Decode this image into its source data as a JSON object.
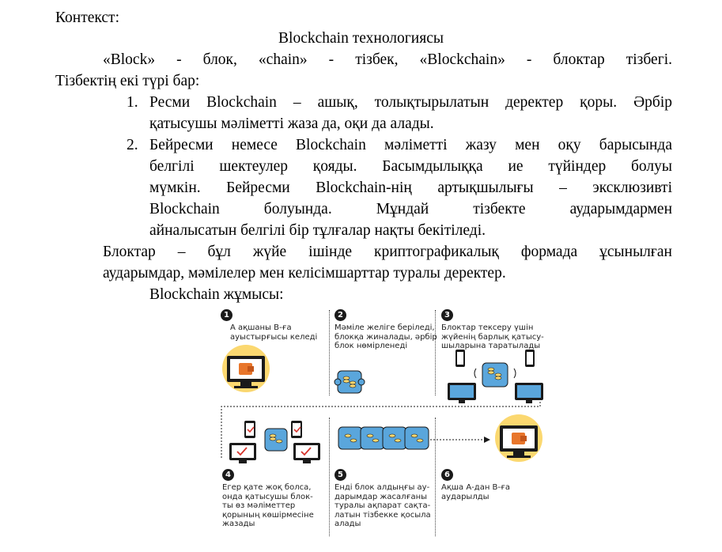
{
  "context_label": "Контекст:",
  "title": "Blockchain технологиясы",
  "intro_line1": "«Block» - блок, «chain» - тізбек, «Blockchain» - блоктар тізбегі.",
  "intro_line2": "Тізбектің екі түрі бар:",
  "list": [
    {
      "number": "1.",
      "lines": [
        "Ресми Blockchain – ашық, толықтырылатын деректер қоры. Әрбір",
        "қатысушы мәліметті жаза да, оқи да алады."
      ]
    },
    {
      "number": "2.",
      "lines": [
        "Бейресми немесе Blockchain мәліметті жазу мен оқу барысында",
        "белгілі шектеулер қояды. Басымдылыққа ие түйіндер болуы",
        "мүмкін. Бейресми Blockchain-нің артықшылығы – эксклюзивті",
        "Blockchain болуында. Мұндай тізбекте аударымдармен",
        "айналысатын белгілі бір тұлғалар нақты бекітіледі."
      ]
    }
  ],
  "blocks_line1": "Блоктар – бұл жүйе ішінде криптографикалық формада ұсынылған",
  "blocks_line2": "аударымдар, мәмілелер мен келісімшарттар туралы деректер.",
  "work_title": "Blockchain жұмысы:",
  "diagram": {
    "steps": [
      {
        "badge": "1",
        "lines": [
          "А ақшаны В-ға",
          "ауыстырғысы келеді"
        ]
      },
      {
        "badge": "2",
        "lines": [
          "Мәміле желіге беріледі,",
          "блокқа жиналады, әрбір",
          "блок нөмірленеді"
        ]
      },
      {
        "badge": "3",
        "lines": [
          "Блоктар тексеру үшін",
          "жүйенің барлық қатысу-",
          "шыларына таратылады"
        ]
      },
      {
        "badge": "4",
        "lines": [
          "Егер қате жоқ болса,",
          "онда қатысушы блок-",
          "ты өз мәліметтер",
          "қорының көшірмесіне",
          "жазады"
        ]
      },
      {
        "badge": "5",
        "lines": [
          "Енді блок алдыңғы ау-",
          "дарымдар жасалғаны",
          "туралы ақпарат сақта-",
          "латын тізбекке қосыла",
          "алады"
        ]
      },
      {
        "badge": "6",
        "lines": [
          "Ақша А-дан В-ға",
          "аударылды"
        ]
      }
    ],
    "colors": {
      "yellow": "#fbd870",
      "blue": "#5aa6dc",
      "orange": "#e8762b",
      "dark": "#1a1a1a",
      "red": "#d6342c"
    }
  }
}
